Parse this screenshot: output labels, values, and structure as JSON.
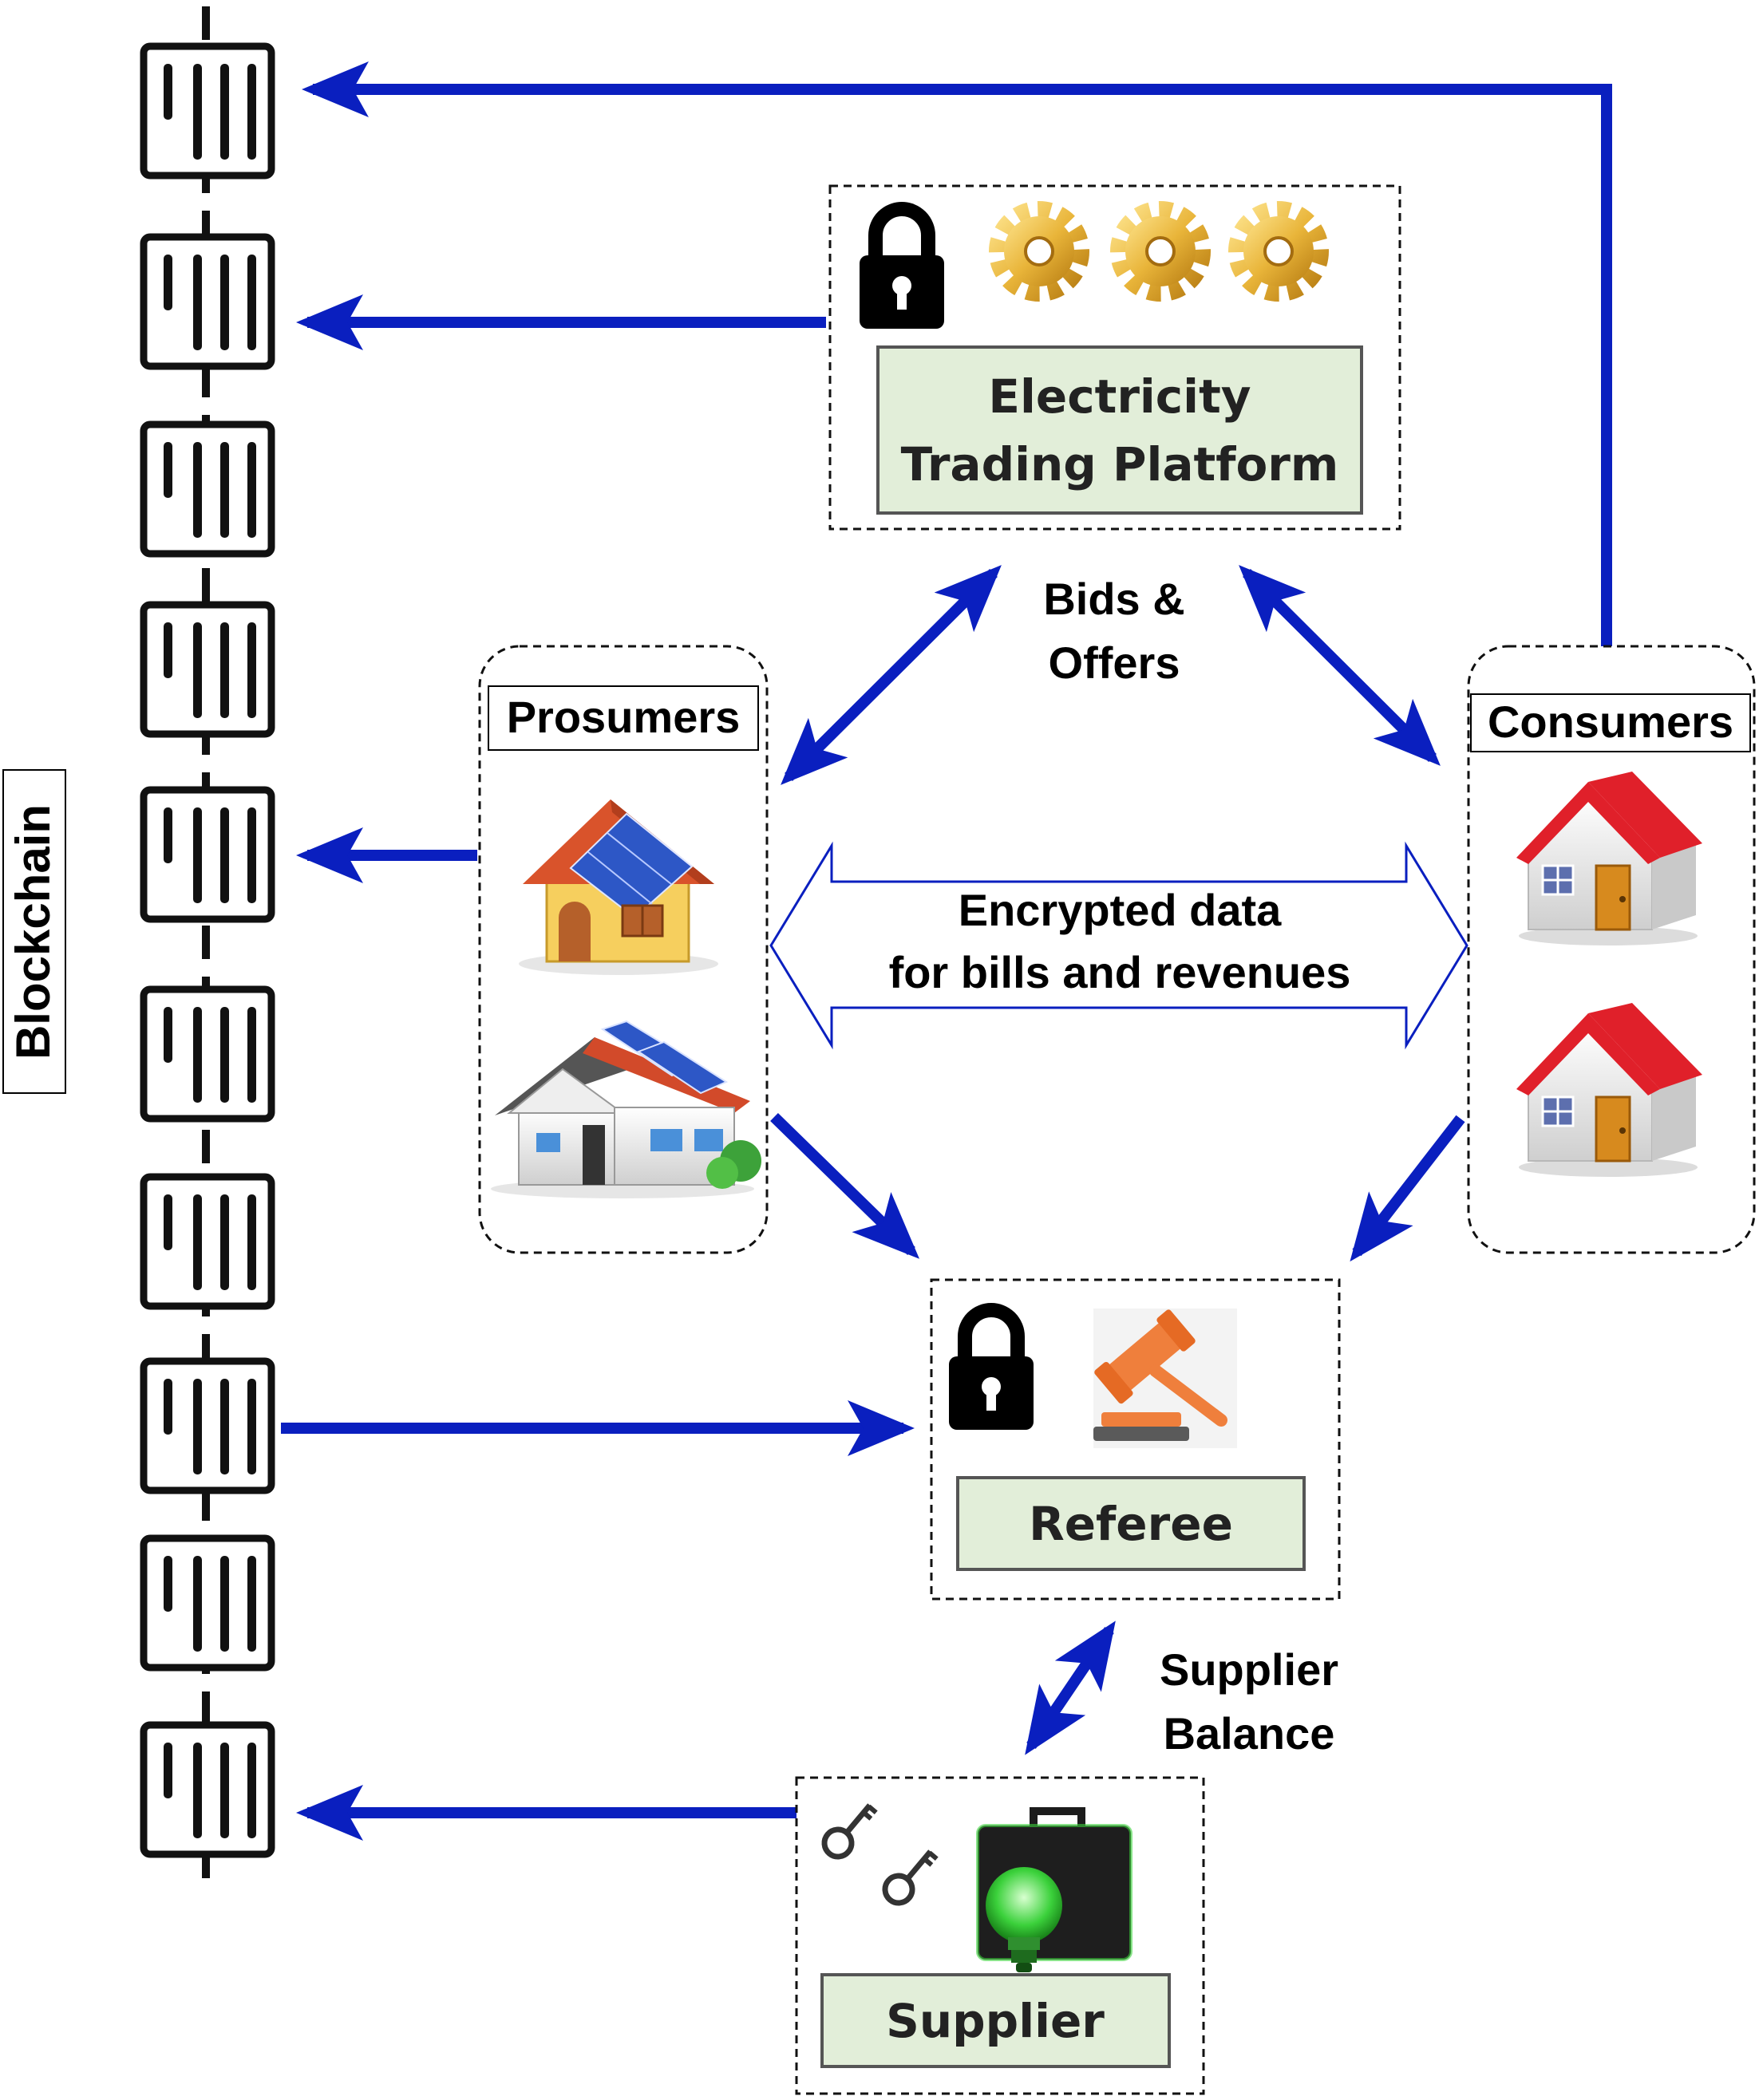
{
  "side_label": "Blockchain",
  "platform": {
    "label_line1": "Electricity",
    "label_line2": "Trading Platform",
    "icons": [
      "lock-icon",
      "gear-icon",
      "gear-icon",
      "gear-icon"
    ]
  },
  "prosumers": {
    "title": "Prosumers",
    "icons": [
      "solar-house-icon",
      "modern-solar-house-icon"
    ]
  },
  "consumers": {
    "title": "Consumers",
    "icons": [
      "house-icon",
      "house-icon"
    ]
  },
  "referee": {
    "label": "Referee",
    "icons": [
      "lock-icon",
      "gavel-icon"
    ]
  },
  "supplier": {
    "label": "Supplier",
    "icons": [
      "key-icon",
      "key-icon",
      "briefcase-bulb-icon"
    ]
  },
  "edge_labels": {
    "bids_line1": "Bids &",
    "bids_line2": "Offers",
    "encrypted_line1": "Encrypted data",
    "encrypted_line2": "for bills and revenues",
    "supplier_balance_line1": "Supplier",
    "supplier_balance_line2": "Balance"
  },
  "colors": {
    "arrow": "#0a1fbf",
    "box_fill": "#e2eed9",
    "box_border": "#555555",
    "roof_red": "#e0202a",
    "gear_gold": "#e9b53a",
    "gavel_orange": "#ef7f3c",
    "bulb_green": "#3bd13b",
    "solar_blue": "#2d57c6"
  },
  "blockchain_block_count": 10
}
